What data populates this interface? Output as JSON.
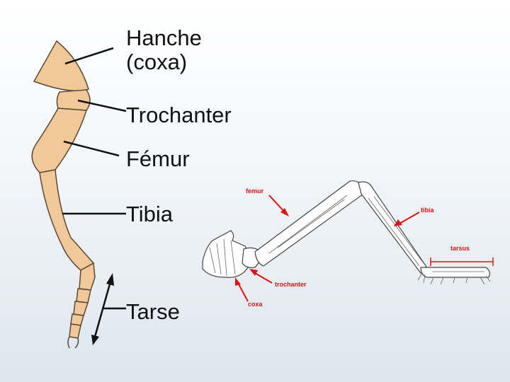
{
  "left_diagram": {
    "labels": {
      "hanche": "Hanche",
      "coxa": "(coxa)",
      "trochanter": "Trochanter",
      "femur": "Fémur",
      "tibia": "Tibia",
      "tarse": "Tarse"
    },
    "segment_color": "#f2c898",
    "outline_color": "#5a4a3a"
  },
  "right_diagram": {
    "labels": {
      "femur": "femur",
      "tibia": "tibia",
      "tarsus": "tarsus",
      "trochanter": "trochanter",
      "coxa": "coxa"
    },
    "label_color": "#e01010",
    "arrow_color": "#e01010"
  }
}
